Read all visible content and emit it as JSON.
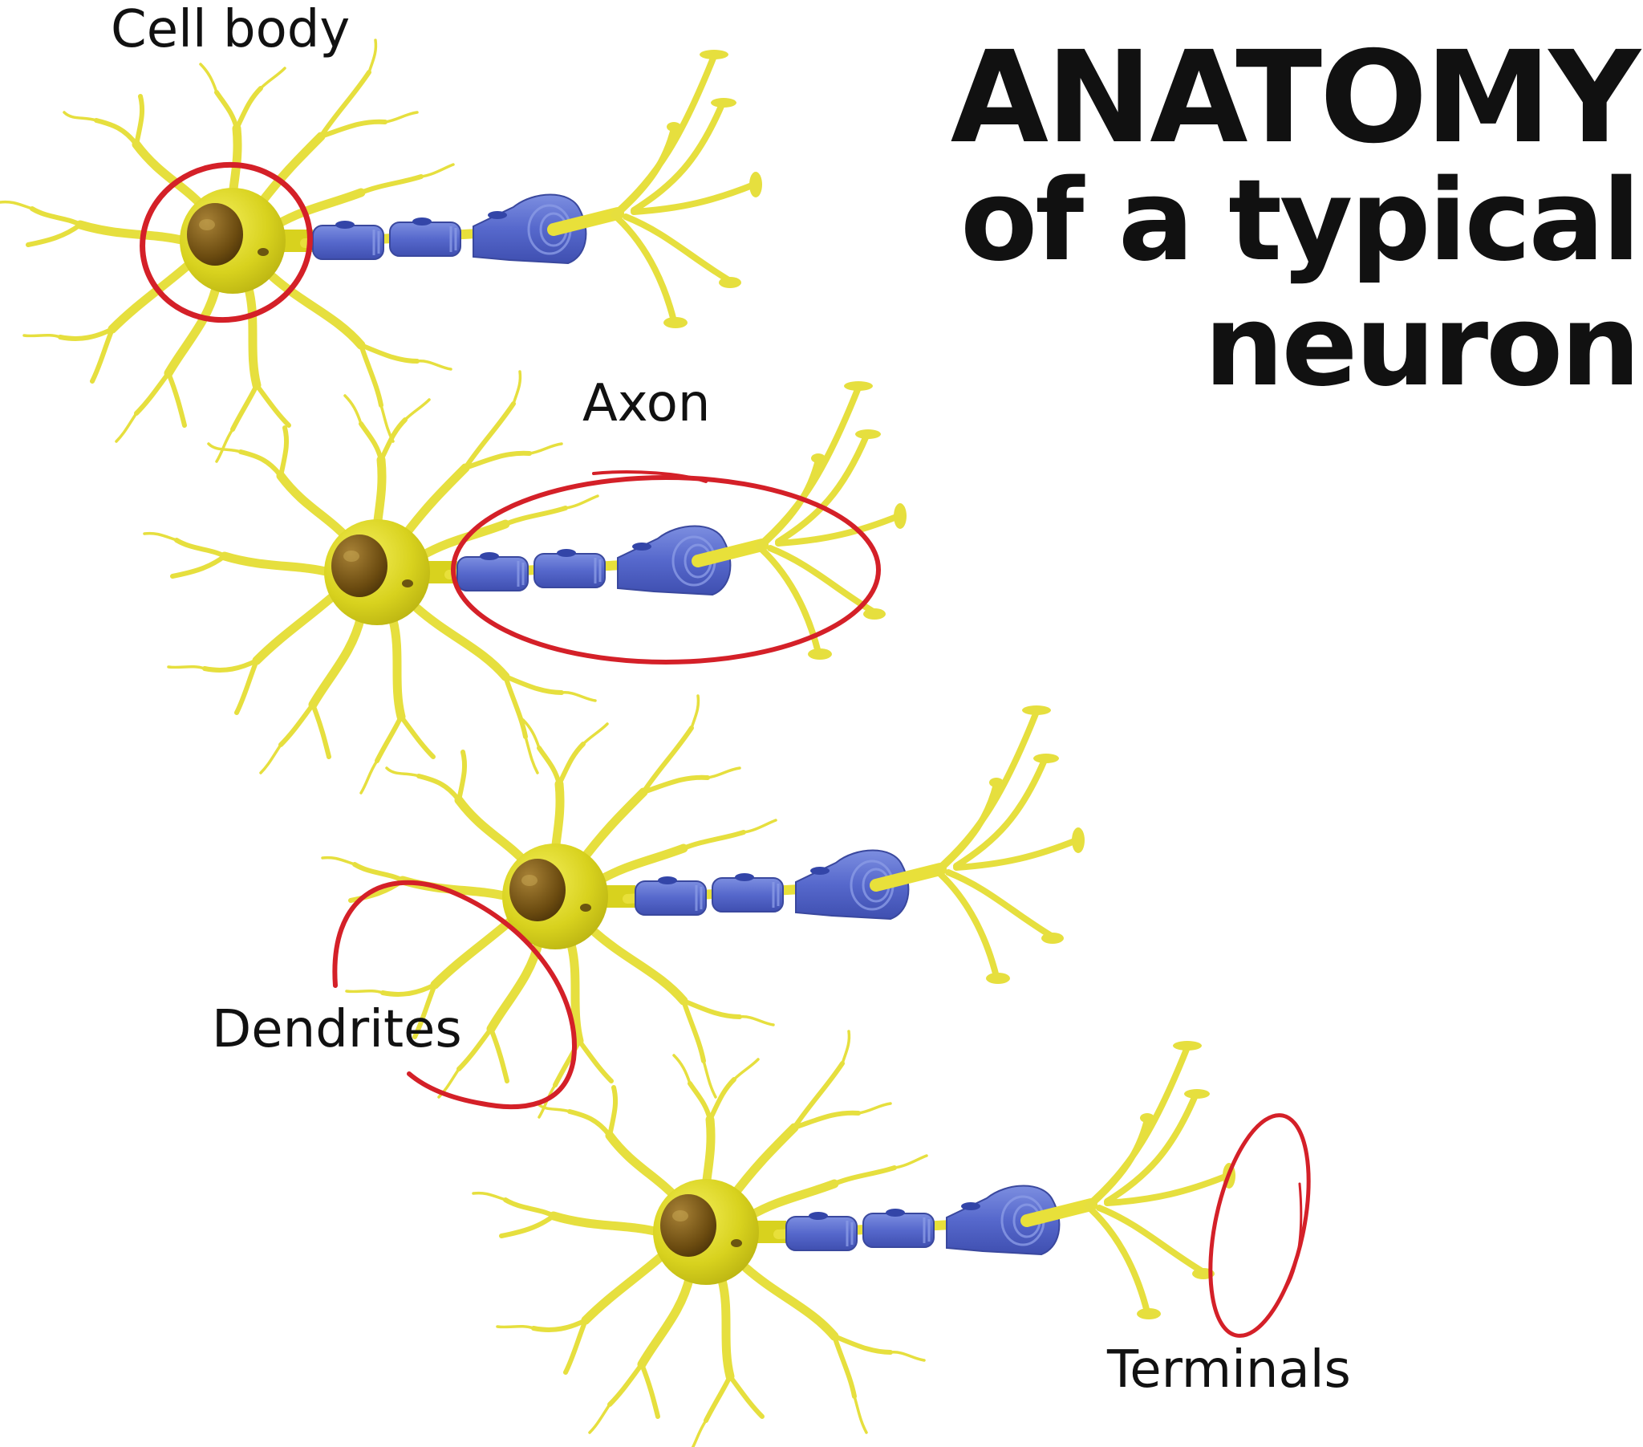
{
  "title": {
    "line1": "ANATOMY",
    "line2": "of a typical",
    "line3": "neuron"
  },
  "labels": {
    "cell_body": "Cell body",
    "axon": "Axon",
    "dendrites": "Dendrites",
    "terminals": "Terminals"
  },
  "colors": {
    "soma": "#d8d21e",
    "dendrite": "#ece548",
    "nucleus": "#7a5a14",
    "myelin": "#5a6dd0",
    "highlight": "#d42028",
    "text": "#111111"
  }
}
